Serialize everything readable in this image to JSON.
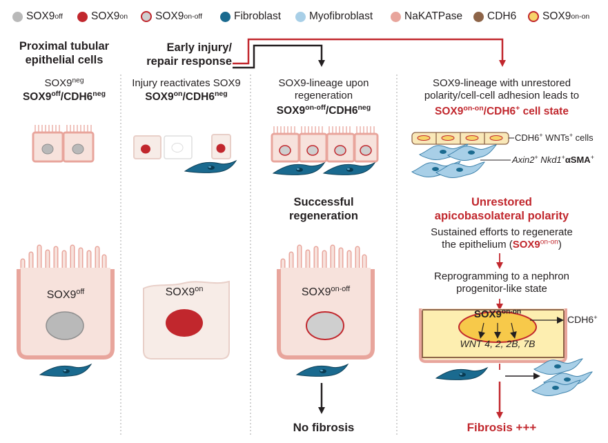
{
  "legend": [
    {
      "base": "SOX9",
      "sup": "off",
      "color": "#b9b9b9",
      "border": "#8e8e8e"
    },
    {
      "base": "SOX9",
      "sup": "on",
      "color": "#c1272d",
      "border": "#c1272d"
    },
    {
      "base": "SOX9",
      "sup": "on-off",
      "color": "#cfcfcf",
      "border": "#c1272d"
    },
    {
      "base": "Fibroblast",
      "sup": "",
      "color": "#1a6a8f",
      "border": "#1a6a8f"
    },
    {
      "base": "Myofibroblast",
      "sup": "",
      "color": "#a8cfe7",
      "border": "#a8cfe7"
    },
    {
      "base": "NaKATPase",
      "sup": "",
      "color": "#e8a59c",
      "border": "#e8a59c"
    },
    {
      "base": "CDH6",
      "sup": "",
      "color": "#8d6448",
      "border": "#8d6448"
    },
    {
      "base": "SOX9",
      "sup": "on-on",
      "color": "#f7d46a",
      "border": "#c1272d"
    }
  ],
  "col1": {
    "title_line1": "Proximal tubular",
    "title_line2": "epithelial cells",
    "sub_base": "SOX9",
    "sub_sup": "neg",
    "state_base": "SOX9",
    "state_sup": "off",
    "state_mid": "/CDH6",
    "state_sup2": "neg",
    "cell_base": "SOX9",
    "cell_sup": "off"
  },
  "col2": {
    "header_line1": "Early injury/",
    "header_line2": "repair response",
    "sub": "Injury reactivates SOX9",
    "state_base": "SOX9",
    "state_sup": "on",
    "state_mid": "/CDH6",
    "state_sup2": "neg",
    "cell_base": "SOX9",
    "cell_sup": "on"
  },
  "col3": {
    "sub_line1": "SOX9-lineage upon",
    "sub_line2": "regeneration",
    "state_base": "SOX9",
    "state_sup": "on-off",
    "state_mid": "/CDH6",
    "state_sup2": "neg",
    "outcome_line1": "Successful",
    "outcome_line2": "regeneration",
    "cell_base": "SOX9",
    "cell_sup": "on-off",
    "final": "No fibrosis"
  },
  "col4": {
    "sub_line1": "SOX9-lineage with unrestored",
    "sub_line2": "polarity/cell-cell adhesion leads to",
    "state_base": "SOX9",
    "state_sup": "on-on",
    "state_mid": "/CDH6",
    "state_sup2": "+",
    "state_end": " cell state",
    "label_cdh6_a": "CDH6",
    "label_cdh6_b": " WNTs",
    "label_cdh6_c": " cells",
    "label_axin_a": "Axin2",
    "label_axin_b": " Nkd1",
    "label_axin_c": "αSMA",
    "unrestored_line1": "Unrestored",
    "unrestored_line2": "apicobasolateral polarity",
    "sustained_line1": "Sustained efforts to regenerate",
    "sustained_line2a": "the epithelium (",
    "sustained_sox": "SOX9",
    "sustained_sup": "on-on",
    "sustained_line2b": ")",
    "reprog_line1": "Reprogramming to a nephron",
    "reprog_line2": "progenitor-like state",
    "nucleus_base": "SOX9",
    "nucleus_sup": "on-on",
    "wnt": "WNT 4, 2, 2B, 7B",
    "cdh6_label": "CDH6",
    "cdh6_sup": "+",
    "final": "Fibrosis +++"
  }
}
